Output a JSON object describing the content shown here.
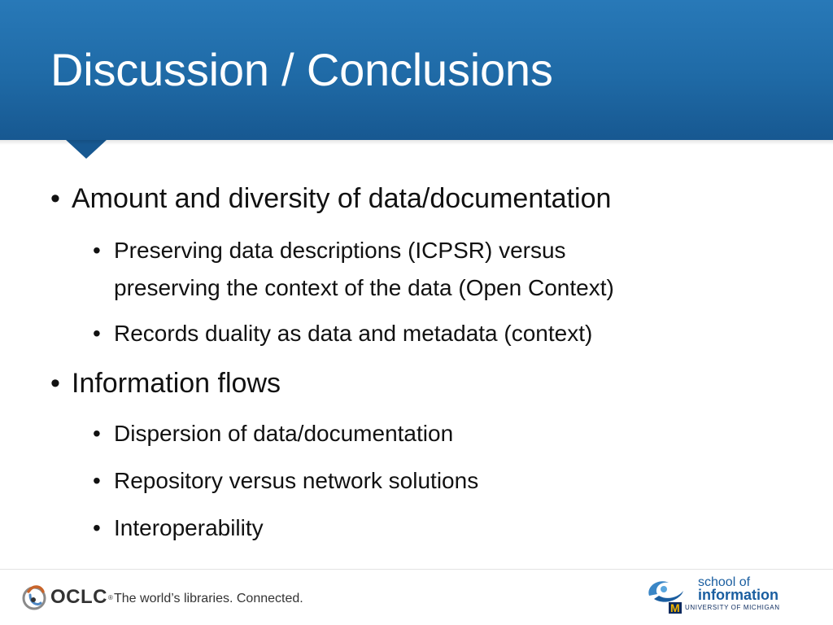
{
  "slide": {
    "title": "Discussion / Conclusions",
    "bullets": [
      {
        "text": "Amount and diversity of data/documentation"
      },
      {
        "text": "Preserving data descriptions (ICPSR) versus"
      },
      {
        "text": "preserving the context of the data (Open Context)"
      },
      {
        "text": "Records duality as data and metadata (context)"
      },
      {
        "text": "Information flows"
      },
      {
        "text": "Dispersion of data/documentation"
      },
      {
        "text": "Repository versus network solutions"
      },
      {
        "text": "Interoperability"
      }
    ],
    "bullet_char": "•"
  },
  "footer": {
    "oclc_logo_text": "OCLC",
    "oclc_tm": "®",
    "tagline": "The world’s libraries. Connected.",
    "school_logo": {
      "line1": "school of",
      "line2": "information",
      "university_mark": "M",
      "university": "UNIVERSITY OF MICHIGAN"
    }
  },
  "colors": {
    "title_bar": "#1f6aa6",
    "title_text": "#ffffff",
    "body_text": "#111111",
    "school_blue": "#1a5ea0",
    "michigan_maize": "#f0b400"
  }
}
